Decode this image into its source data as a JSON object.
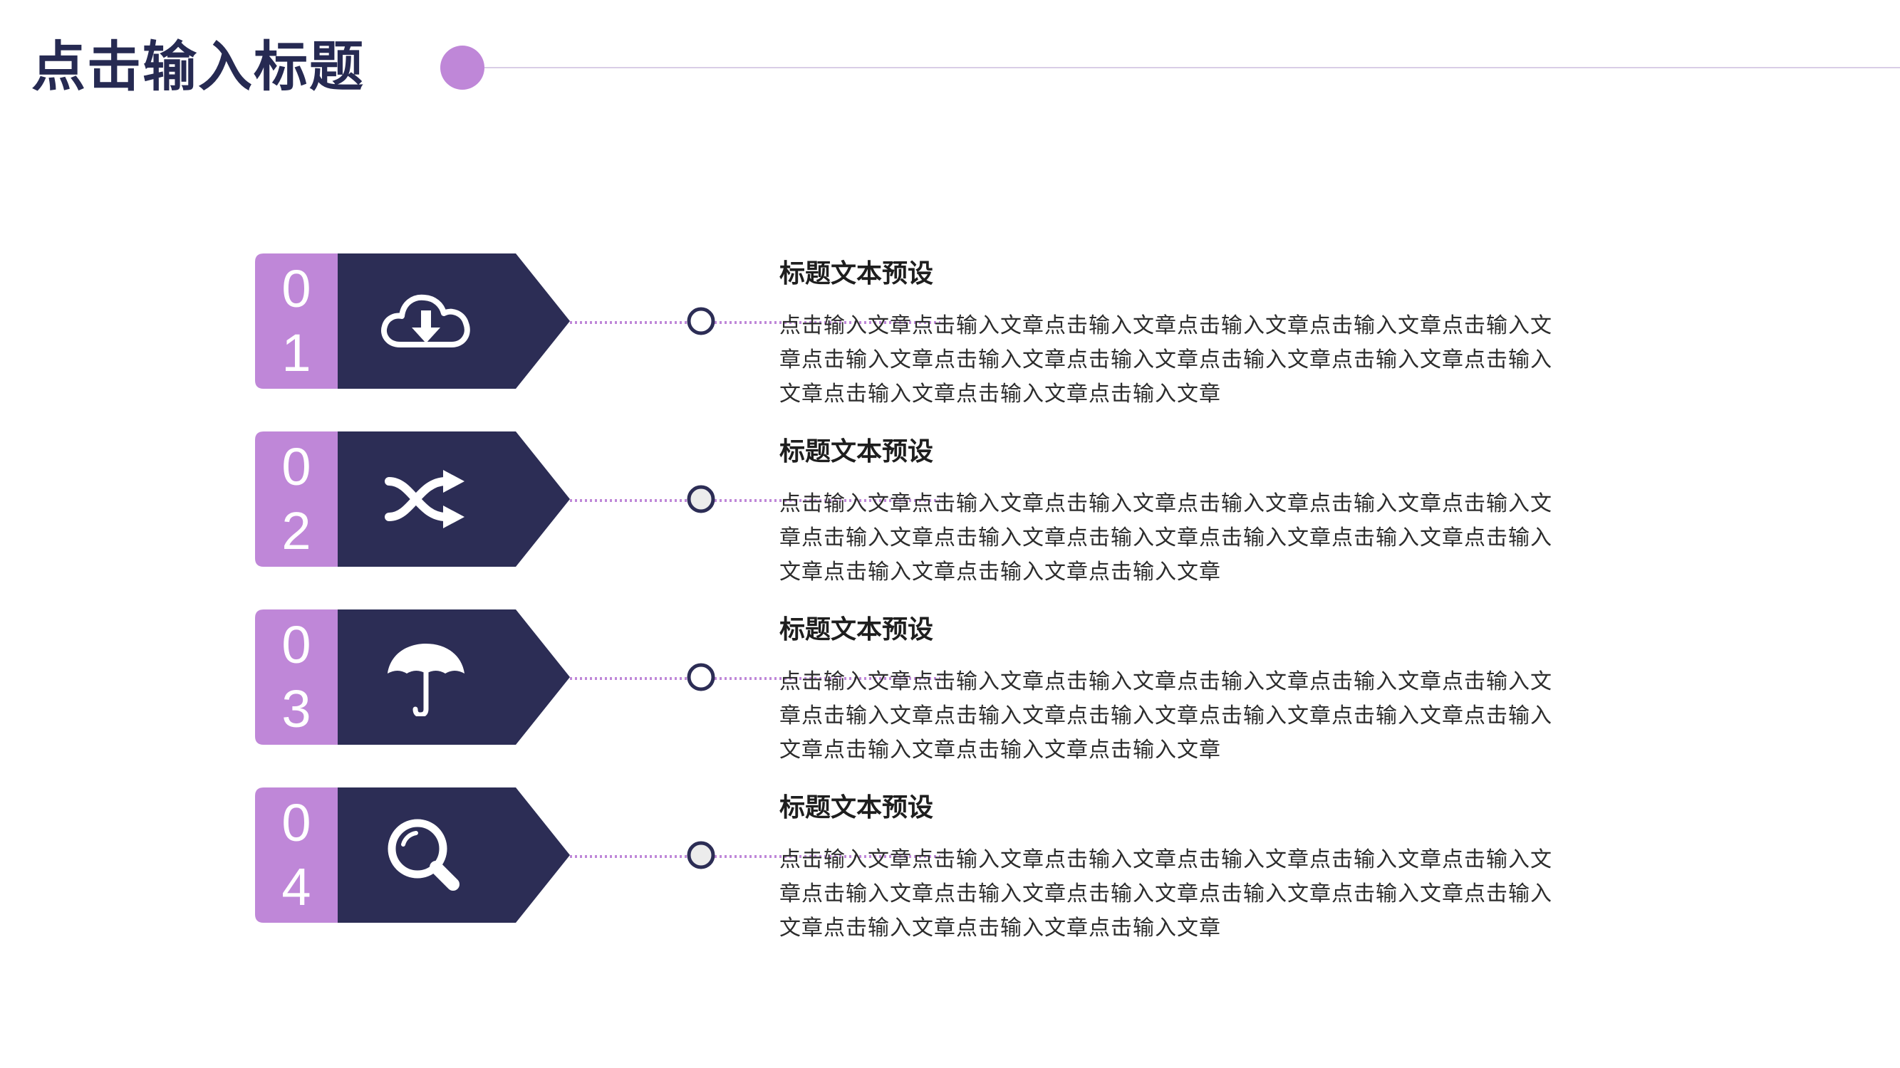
{
  "page": {
    "title": "点击输入标题"
  },
  "colors": {
    "navy": "#2c2d55",
    "purple": "#bf87d8",
    "rule": "#d9cde6"
  },
  "items": [
    {
      "digit1": "0",
      "digit2": "1",
      "icon": "cloud-download-icon",
      "heading": "标题文本预设",
      "body": "点击输入文章点击输入文章点击输入文章点击输入文章点击输入文章点击输入文章点击输入文章点击输入文章点击输入文章点击输入文章点击输入文章点击输入文章点击输入文章点击输入文章点击输入文章"
    },
    {
      "digit1": "0",
      "digit2": "2",
      "icon": "shuffle-icon",
      "heading": "标题文本预设",
      "body": "点击输入文章点击输入文章点击输入文章点击输入文章点击输入文章点击输入文章点击输入文章点击输入文章点击输入文章点击输入文章点击输入文章点击输入文章点击输入文章点击输入文章点击输入文章"
    },
    {
      "digit1": "0",
      "digit2": "3",
      "icon": "umbrella-icon",
      "heading": "标题文本预设",
      "body": "点击输入文章点击输入文章点击输入文章点击输入文章点击输入文章点击输入文章点击输入文章点击输入文章点击输入文章点击输入文章点击输入文章点击输入文章点击输入文章点击输入文章点击输入文章"
    },
    {
      "digit1": "0",
      "digit2": "4",
      "icon": "search-icon",
      "heading": "标题文本预设",
      "body": "点击输入文章点击输入文章点击输入文章点击输入文章点击输入文章点击输入文章点击输入文章点击输入文章点击输入文章点击输入文章点击输入文章点击输入文章点击输入文章点击输入文章点击输入文章"
    }
  ]
}
